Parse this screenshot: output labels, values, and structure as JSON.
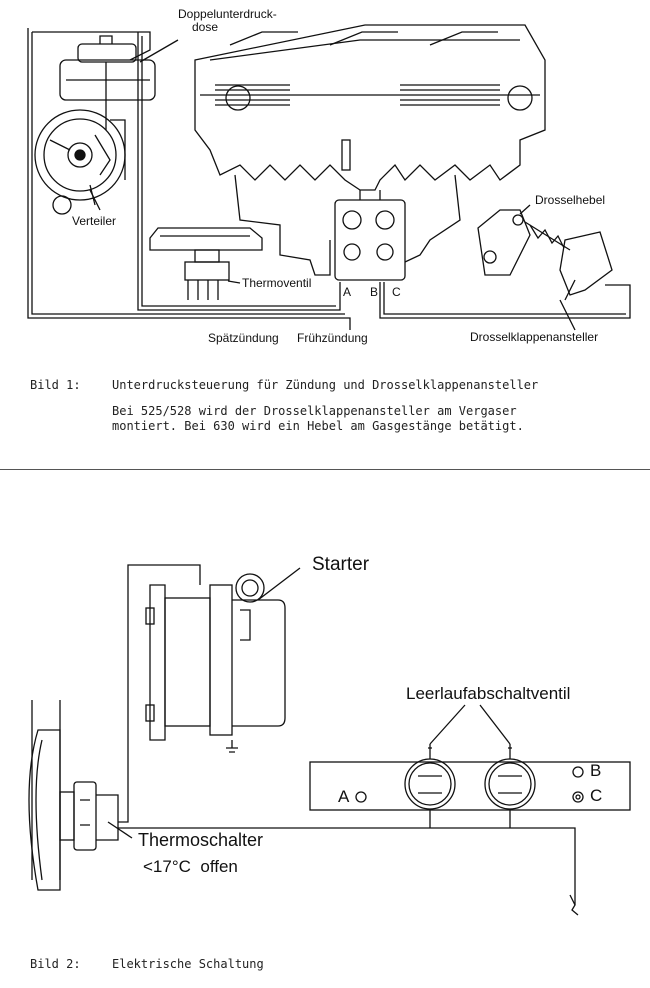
{
  "figure1": {
    "labels": {
      "doppelunterdruckdose_1": "Doppelunterdruck-",
      "doppelunterdruckdose_2": "dose",
      "verteiler": "Verteiler",
      "thermoventil": "Thermoventil",
      "drosselhebel": "Drosselhebel",
      "drosselklappenansteller": "Drosselklappenansteller",
      "spaetzuendung": "Spätzündung",
      "fruehzuendung": "Frühzündung",
      "port_a": "A",
      "port_b": "B",
      "port_c": "C"
    },
    "caption": {
      "number": "Bild 1:",
      "title": "Unterdrucksteuerung für Zündung und Drosselklappenansteller",
      "line2": "Bei 525/528 wird der Drosselklappenansteller am Vergaser",
      "line3": "montiert. Bei 630 wird ein Hebel am Gasgestänge betätigt."
    }
  },
  "figure2": {
    "labels": {
      "starter": "Starter",
      "leerlaufabschaltventil": "Leerlaufabschaltventil",
      "thermoschalter": "Thermoschalter",
      "temp_condition": "<17°C  offen",
      "port_a": "A",
      "port_b": "B",
      "port_c": "C"
    },
    "caption": {
      "number": "Bild 2:",
      "title": "Elektrische Schaltung"
    }
  }
}
